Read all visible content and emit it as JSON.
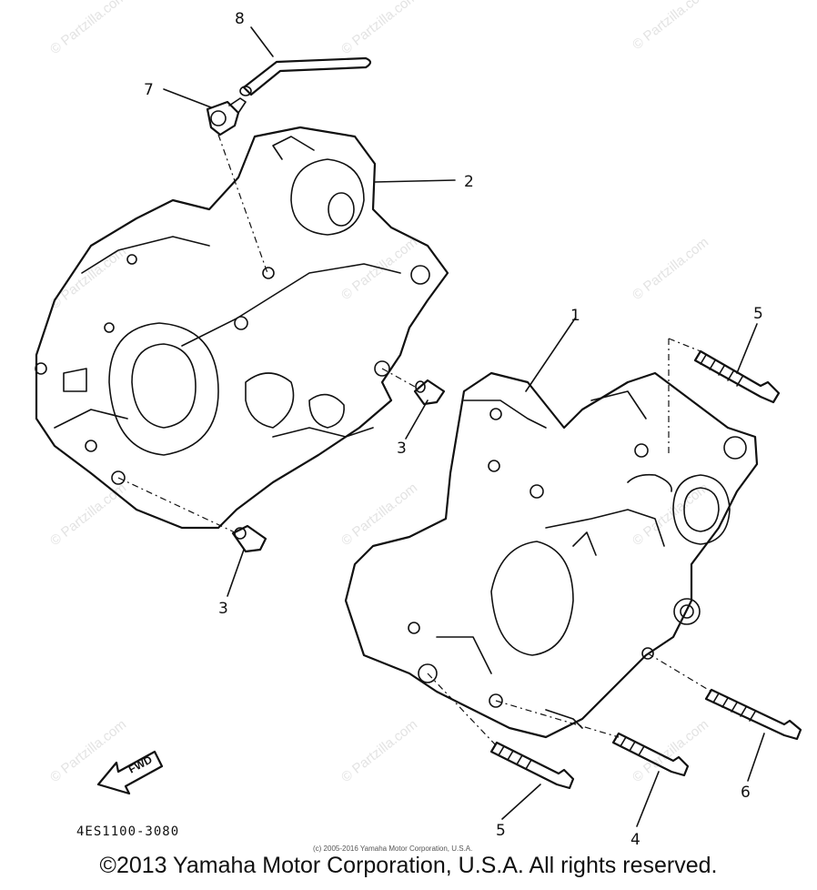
{
  "callouts": {
    "p1": "1",
    "p2": "2",
    "p3a": "3",
    "p3b": "3",
    "p4": "4",
    "p5a": "5",
    "p5b": "5",
    "p6": "6",
    "p7": "7",
    "p8": "8"
  },
  "watermark": "© Partzilla.com",
  "fwd_label": "FWD",
  "diagram_code": "4ES1100-3080",
  "small_copyright": "(c) 2005-2016 Yamaha Motor Corporation, U.S.A.",
  "copyright": "©2013 Yamaha Motor Corporation, U.S.A. All rights reserved."
}
